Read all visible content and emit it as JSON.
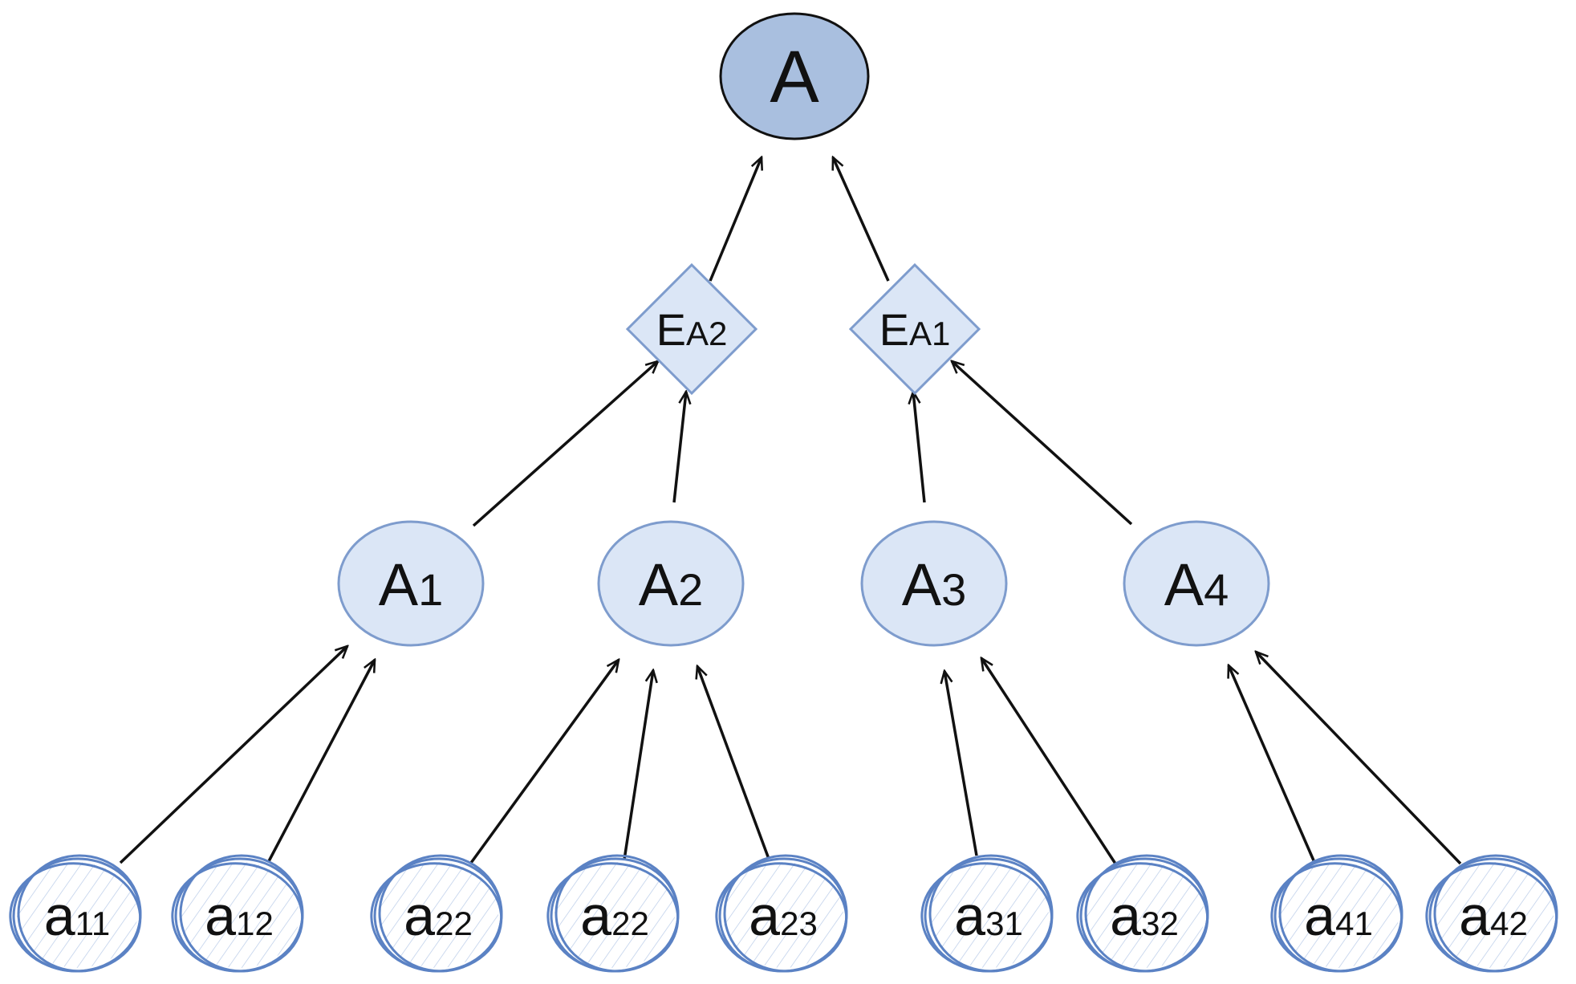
{
  "diagram": {
    "root": {
      "label": "A"
    },
    "aggregators": [
      {
        "main": "E",
        "sub": "A2"
      },
      {
        "main": "E",
        "sub": "A1"
      }
    ],
    "criteria": [
      {
        "main": "A",
        "sub": "1"
      },
      {
        "main": "A",
        "sub": "2"
      },
      {
        "main": "A",
        "sub": "3"
      },
      {
        "main": "A",
        "sub": "4"
      }
    ],
    "indicators": [
      {
        "main": "a",
        "sub": "11"
      },
      {
        "main": "a",
        "sub": "12"
      },
      {
        "main": "a",
        "sub": "22"
      },
      {
        "main": "a",
        "sub": "22"
      },
      {
        "main": "a",
        "sub": "23"
      },
      {
        "main": "a",
        "sub": "31"
      },
      {
        "main": "a",
        "sub": "32"
      },
      {
        "main": "a",
        "sub": "41"
      },
      {
        "main": "a",
        "sub": "42"
      }
    ],
    "colors": {
      "root_fill": "#a9bfdf",
      "node_fill": "#dbe6f6",
      "node_stroke": "#7e9ccd",
      "sketch_stroke": "#5b82c4",
      "arrow": "#111111"
    }
  }
}
